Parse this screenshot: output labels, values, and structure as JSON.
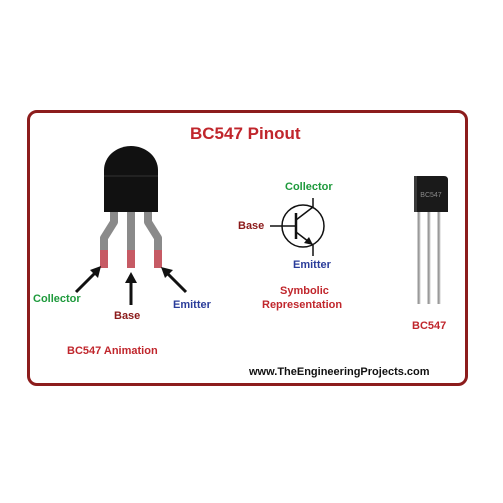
{
  "title": "BC547 Pinout",
  "animation": {
    "collector_label": "Collector",
    "base_label": "Base",
    "emitter_label": "Emitter",
    "caption": "BC547 Animation"
  },
  "symbol": {
    "collector_label": "Collector",
    "base_label": "Base",
    "emitter_label": "Emitter",
    "caption_line1": "Symbolic",
    "caption_line2": "Representation"
  },
  "photo": {
    "marking": "BC547",
    "caption": "BC547"
  },
  "website": "www.TheEngineeringProjects.com",
  "colors": {
    "border": "#8c1c1c",
    "title": "#c0262c",
    "collector": "#1e9a3c",
    "base": "#8b1a1a",
    "emitter": "#2a3c9a",
    "caption": "#c0262c",
    "body": "#111111",
    "lead_grey": "#8a8a8a",
    "lead_red": "#c65a64"
  }
}
